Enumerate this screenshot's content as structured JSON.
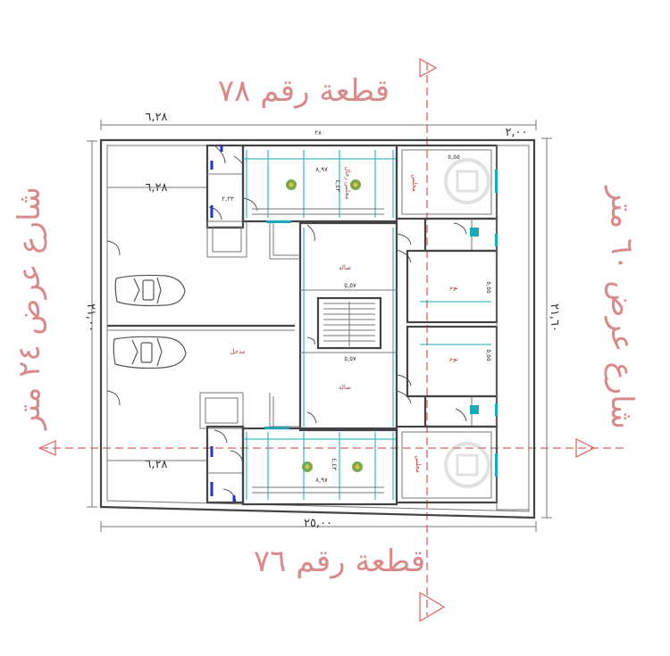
{
  "labels": {
    "plot_top": "قطعة رقم ٧٨",
    "plot_bottom": "قطعة رقم ٧٦",
    "street_left": "شارع عرض ٢٤ متر",
    "street_right": "شارع عرض ٦٠ متر"
  },
  "dimensions": {
    "top_left": "٦,٢٨",
    "top_right": "٢,٠٠",
    "left_side": "٢١,٠٠",
    "right_side": "٢١,٦٠",
    "bottom": "٢٥,٠٠",
    "room_upper": "٦,٢٨",
    "room_lower": "٦,٢٨",
    "top_mid": "٢٨٠"
  },
  "small_labels": {
    "upper_court_width": "٨,٩٧",
    "upper_court_height": "٤,٤٣",
    "lower_court_width": "٨,٩٧",
    "lower_court_height": "٤,٤٣",
    "upper_hall_width": "٥,٥٧",
    "lower_hall_width": "٥,٥٧",
    "right_top_width": "٥,٥٥",
    "right_room_width": "٥,٥٥",
    "right_lower_width": "٥,٥٥"
  }
}
